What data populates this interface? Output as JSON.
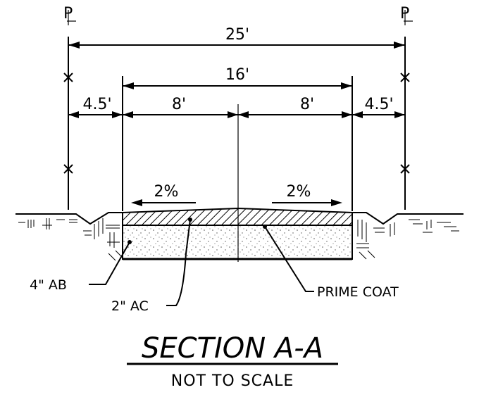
{
  "drawing": {
    "property_line_left": "P",
    "property_line_right": "P",
    "dimensions": {
      "overall": "25'",
      "pavement": "16'",
      "shoulder_left": "4.5'",
      "lane_left": "8'",
      "lane_right": "8'",
      "shoulder_right": "4.5'"
    },
    "slopes": {
      "left": "2%",
      "right": "2%"
    },
    "callouts": {
      "base": "4\" AB",
      "asphalt": "2\" AC",
      "prime": "PRIME COAT"
    },
    "title": "SECTION A-A",
    "subtitle": "NOT TO SCALE"
  }
}
